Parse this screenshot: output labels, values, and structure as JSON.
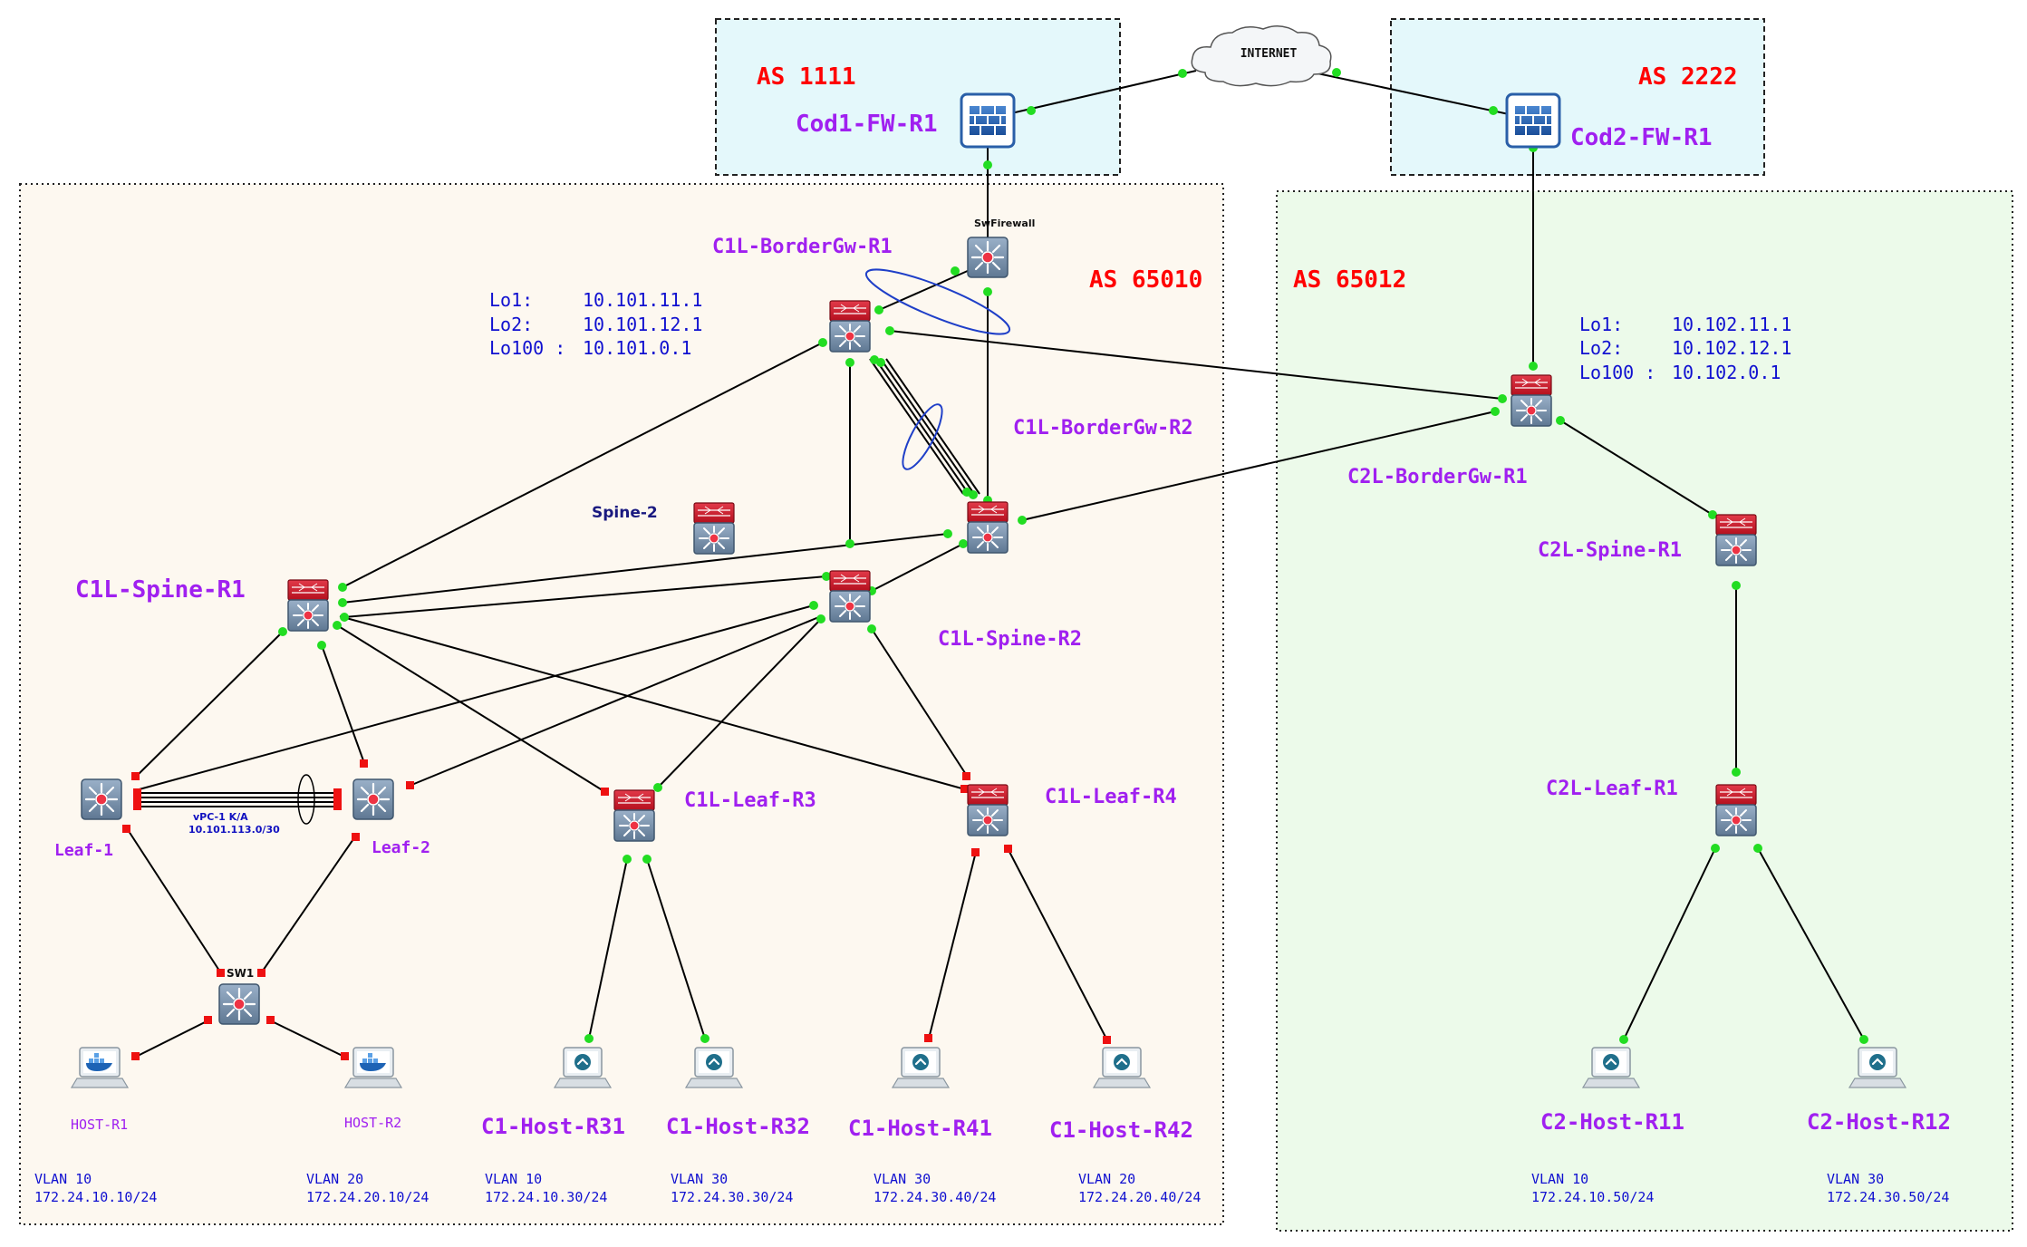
{
  "colors": {
    "as_label": "#ff0000",
    "device_label": "#a020f0",
    "loopback": "#1010d0",
    "vlan": "#1010d0",
    "small_label": "#111111",
    "spine2_label": "#1a1a80",
    "vpc_label": "#1010c0",
    "link": "#000000",
    "port_up": "#22dd22",
    "port_down": "#ee1111",
    "fw_zone_fill": "#e4f8fb",
    "dc1_fill": "#fdf8f0",
    "dc2_fill": "#ecfaea"
  },
  "internet": {
    "label": "INTERNET"
  },
  "as_labels": {
    "as1111": "AS 1111",
    "as2222": "AS 2222",
    "as65010": "AS 65010",
    "as65012": "AS 65012"
  },
  "devices": {
    "cod1_fw": {
      "label": "Cod1-FW-R1",
      "icon": "firewall-icon"
    },
    "cod2_fw": {
      "label": "Cod2-FW-R1",
      "icon": "firewall-icon"
    },
    "swfirewall": {
      "label": "SwFirewall",
      "icon": "switch-icon"
    },
    "c1l_bgw_r1": {
      "label": "C1L-BorderGw-R1",
      "icon": "nexus-switch-icon"
    },
    "c1l_bgw_r2": {
      "label": "C1L-BorderGw-R2",
      "icon": "nexus-switch-icon"
    },
    "c2l_bgw_r1": {
      "label": "C2L-BorderGw-R1",
      "icon": "nexus-switch-icon"
    },
    "spine2": {
      "label": "Spine-2",
      "icon": "nexus-switch-icon"
    },
    "c1l_spine_r1": {
      "label": "C1L-Spine-R1",
      "icon": "nexus-switch-icon"
    },
    "c1l_spine_r2": {
      "label": "C1L-Spine-R2",
      "icon": "nexus-switch-icon"
    },
    "c2l_spine_r1": {
      "label": "C2L-Spine-R1",
      "icon": "nexus-switch-icon"
    },
    "leaf1": {
      "label": "Leaf-1",
      "icon": "switch-icon"
    },
    "leaf2": {
      "label": "Leaf-2",
      "icon": "switch-icon"
    },
    "c1l_leaf_r3": {
      "label": "C1L-Leaf-R3",
      "icon": "nexus-switch-icon"
    },
    "c1l_leaf_r4": {
      "label": "C1L-Leaf-R4",
      "icon": "nexus-switch-icon"
    },
    "c2l_leaf_r1": {
      "label": "C2L-Leaf-R1",
      "icon": "nexus-switch-icon"
    },
    "sw1": {
      "label": "SW1",
      "icon": "switch-icon"
    },
    "host_r1": {
      "label": "HOST-R1",
      "icon": "docker-host-icon"
    },
    "host_r2": {
      "label": "HOST-R2",
      "icon": "docker-host-icon"
    },
    "c1_host_r31": {
      "label": "C1-Host-R31",
      "icon": "vpcs-host-icon"
    },
    "c1_host_r32": {
      "label": "C1-Host-R32",
      "icon": "vpcs-host-icon"
    },
    "c1_host_r41": {
      "label": "C1-Host-R41",
      "icon": "vpcs-host-icon"
    },
    "c1_host_r42": {
      "label": "C1-Host-R42",
      "icon": "vpcs-host-icon"
    },
    "c2_host_r11": {
      "label": "C2-Host-R11",
      "icon": "vpcs-host-icon"
    },
    "c2_host_r12": {
      "label": "C2-Host-R12",
      "icon": "vpcs-host-icon"
    }
  },
  "loopbacks": {
    "c1": [
      {
        "name": "Lo1:",
        "ip": "10.101.11.1"
      },
      {
        "name": "Lo2:",
        "ip": "10.101.12.1"
      },
      {
        "name": "Lo100 :",
        "ip": "10.101.0.1"
      }
    ],
    "c2": [
      {
        "name": "Lo1:",
        "ip": "10.102.11.1"
      },
      {
        "name": "Lo2:",
        "ip": "10.102.12.1"
      },
      {
        "name": "Lo100 :",
        "ip": "10.102.0.1"
      }
    ]
  },
  "vpc": {
    "line1": "vPC-1 K/A",
    "line2": "10.101.113.0/30"
  },
  "vlans": {
    "host_r1": {
      "vlan": "VLAN 10",
      "subnet": "172.24.10.10/24"
    },
    "host_r2": {
      "vlan": "VLAN 20",
      "subnet": "172.24.20.10/24"
    },
    "r31": {
      "vlan": "VLAN 10",
      "subnet": "172.24.10.30/24"
    },
    "r32": {
      "vlan": "VLAN 30",
      "subnet": "172.24.30.30/24"
    },
    "r41": {
      "vlan": "VLAN 30",
      "subnet": "172.24.30.40/24"
    },
    "r42": {
      "vlan": "VLAN 20",
      "subnet": "172.24.20.40/24"
    },
    "r11": {
      "vlan": "VLAN 10",
      "subnet": "172.24.10.50/24"
    },
    "r12": {
      "vlan": "VLAN 30",
      "subnet": "172.24.30.50/24"
    }
  }
}
